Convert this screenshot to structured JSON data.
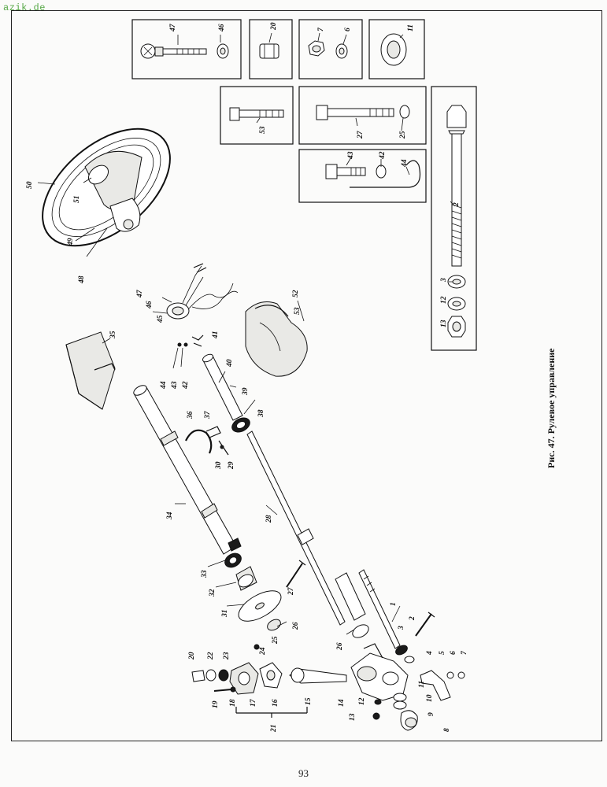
{
  "watermark": "azik.de",
  "caption": "Рис. 47. Рулевое управление",
  "page_number": "93",
  "labels": {
    "l1": "1",
    "l2": "2",
    "l3": "3",
    "l4": "4",
    "l5": "5",
    "l6": "6",
    "l7": "7",
    "l8": "8",
    "l9": "9",
    "l10": "10",
    "l11": "11",
    "l12": "12",
    "l13": "13",
    "l14": "14",
    "l15": "15",
    "l16": "16",
    "l17": "17",
    "l18": "18",
    "l19": "19",
    "l20": "20",
    "l21": "21",
    "l22": "22",
    "l23": "23",
    "l24": "24",
    "l25": "25",
    "l26": "26",
    "l27": "27",
    "l28": "28",
    "l29": "29",
    "l30": "30",
    "l31": "31",
    "l32": "32",
    "l33": "33",
    "l34": "34",
    "l35": "35",
    "l36": "36",
    "l37": "37",
    "l38": "38",
    "l39": "39",
    "l40": "40",
    "l41": "41",
    "l42": "42",
    "l43": "43",
    "l44": "44",
    "l45": "45",
    "l46": "46",
    "l47": "47",
    "l48": "48",
    "l49": "49",
    "l50": "50",
    "l51": "51",
    "l52": "52",
    "l53": "53"
  }
}
